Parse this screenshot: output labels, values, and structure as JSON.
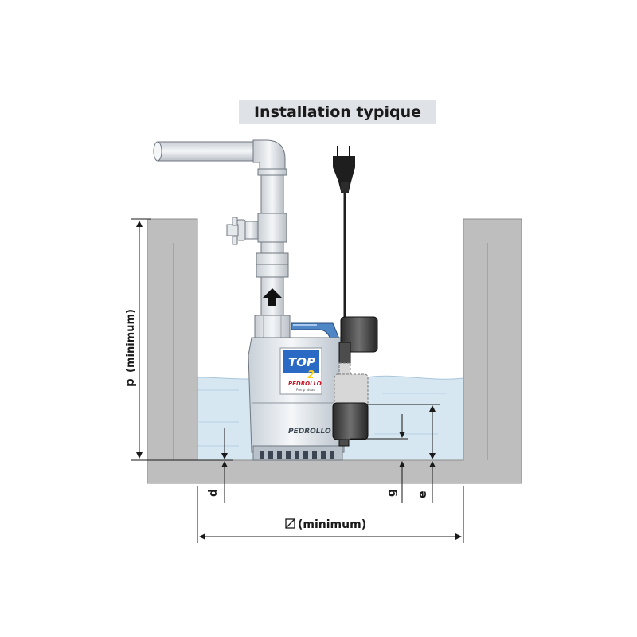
{
  "title": "Installation typique",
  "labels": {
    "p": "p",
    "p_note": "(minimum)",
    "d": "d",
    "g": "g",
    "e": "e",
    "width": "(minimum)"
  },
  "pump": {
    "model": "TOP",
    "model_number": "2",
    "brand": "PEDROLLO",
    "tagline": "Pump ideas"
  },
  "colors": {
    "wall": "#bebebe",
    "water": "#d6e7f2",
    "pump_body": "#e8ecef",
    "label_blue": "#2a69c4",
    "float": "#3a3a3a"
  },
  "icons": {
    "width_symbol": "square-diagonal-icon",
    "flow_arrow": "up-arrow-icon",
    "plug": "plug-icon"
  }
}
